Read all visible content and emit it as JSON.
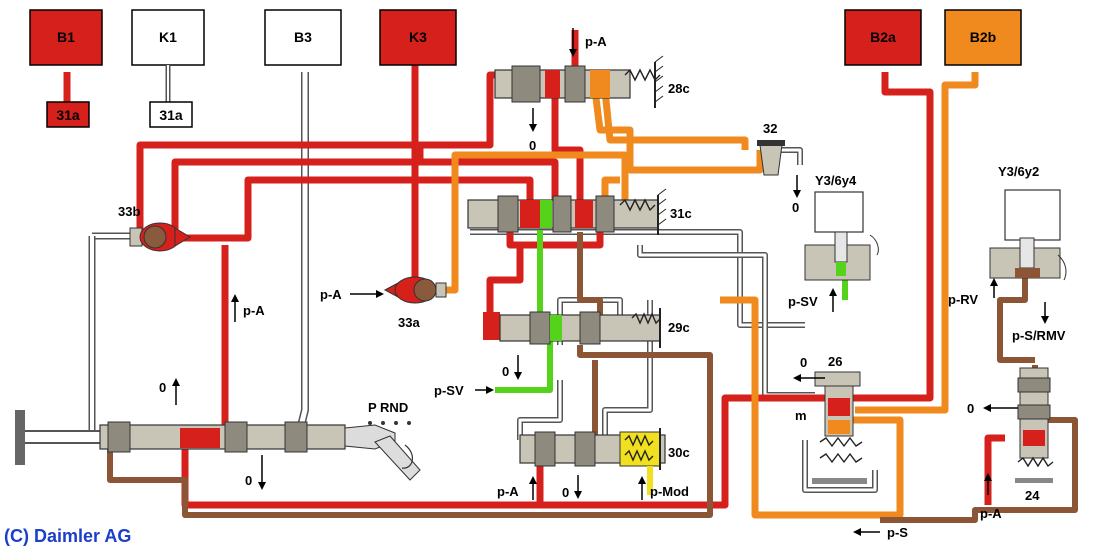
{
  "boxes": {
    "b1": "B1",
    "k1": "K1",
    "b3": "B3",
    "k3": "K3",
    "b2a": "B2a",
    "b2b": "B2b",
    "b1_sub": "31a",
    "k1_sub": "31a"
  },
  "valves": {
    "v28c": "28c",
    "v31c": "31c",
    "v29c": "29c",
    "v30c": "30c",
    "v33a": "33a",
    "v33b": "33b",
    "v32": "32",
    "v26": "26",
    "v24": "24",
    "m": "m"
  },
  "solenoids": {
    "y4": "Y3/6y4",
    "y2": "Y3/6y2"
  },
  "pressures": {
    "pa_top": "p-A",
    "pa_33a": "p-A",
    "pa_left": "p-A",
    "pa_30c": "p-A",
    "pa_24": "p-A",
    "psv_left": "p-SV",
    "psv_right": "p-SV",
    "pmod": "p-Mod",
    "prv": "p-RV",
    "psrmv": "p-S/RMV",
    "ps_bottom": "p-S"
  },
  "exhausts": {
    "e28c": "0",
    "e32": "0",
    "e29c": "0",
    "e30c": "0",
    "e26": "0",
    "esel_up": "0",
    "esel_down": "0",
    "e_rmv": "0"
  },
  "selector": {
    "positions": "P RND"
  },
  "copyright": "(C) Daimler AG",
  "colors": {
    "red": "#d6201c",
    "orange": "#f08a1e",
    "green": "#55d21a",
    "brown": "#8c5535",
    "valve": "#c8c4b6",
    "yellow": "#f0e020"
  }
}
